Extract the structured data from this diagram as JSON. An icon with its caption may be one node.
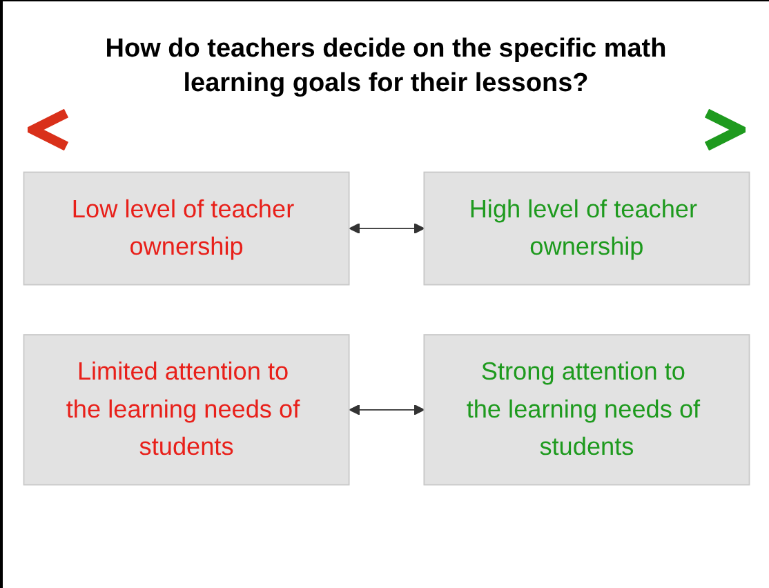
{
  "diagram": {
    "title": "How do teachers decide on the specific math learning goals for their lessons?",
    "nodes": [
      {
        "text": [
          "Low level of teacher ownership"
        ]
      },
      {
        "text": [
          "High level of teacher ownership"
        ]
      },
      {
        "text": [
          "Limited attention to the learning needs of students"
        ]
      },
      {
        "text": [
          "Strong attention to the learning needs of students"
        ]
      }
    ],
    "edges": [
      {
        "from": 0,
        "to": 1,
        "arrow": "both"
      },
      {
        "from": 2,
        "to": 3,
        "arrow": "both"
      }
    ]
  }
}
